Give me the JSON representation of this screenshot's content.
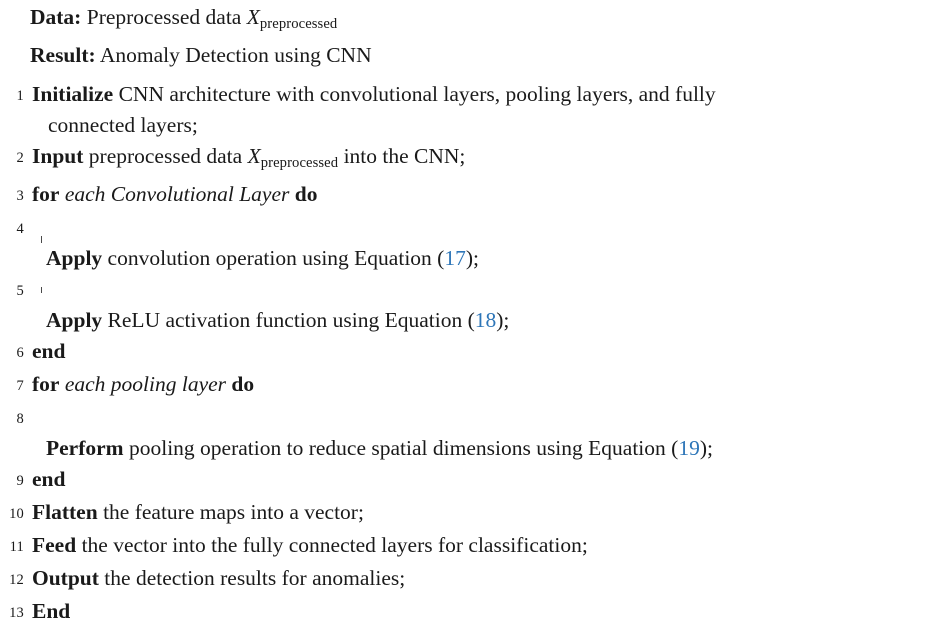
{
  "algorithm": {
    "header": [
      {
        "key": "Data:",
        "text": "Preprocessed data ",
        "math_var": "X",
        "math_sub": "preprocessed",
        "tail": ""
      },
      {
        "key": "Result:",
        "text": "Anomaly Detection using CNN",
        "math_var": "",
        "math_sub": "",
        "tail": ""
      }
    ],
    "equation_link_color": "#2e76b8",
    "lines": [
      {
        "num": "1",
        "keyword": "Initialize",
        "text": " CNN architecture with convolutional layers, pooling layers, and fully",
        "continuation": "connected layers;",
        "indent": 0
      },
      {
        "num": "2",
        "keyword": "Input",
        "text": " preprocessed data ",
        "math_var": "X",
        "math_sub": "preprocessed",
        "tail": " into the CNN;",
        "indent": 0
      },
      {
        "num": "3",
        "keyword": "for",
        "italic": " each Convolutional Layer ",
        "keyword2": "do",
        "indent": 0
      },
      {
        "num": "4",
        "keyword": "Apply",
        "text": " convolution operation using Equation (",
        "eq": "17",
        "tail": ");",
        "indent": 1,
        "block": "blk-first"
      },
      {
        "num": "5",
        "keyword": "Apply",
        "text": " ReLU activation function using Equation (",
        "eq": "18",
        "tail": ");",
        "indent": 1,
        "block": "blk-last"
      },
      {
        "num": "6",
        "keyword": "end",
        "text": "",
        "indent": 0
      },
      {
        "num": "7",
        "keyword": "for",
        "italic": " each pooling layer ",
        "keyword2": "do",
        "indent": 0
      },
      {
        "num": "8",
        "keyword": "Perform",
        "text": " pooling operation to reduce spatial dimensions using Equation (",
        "eq": "19",
        "tail": ");",
        "indent": 1,
        "block": "blk-only"
      },
      {
        "num": "9",
        "keyword": "end",
        "text": "",
        "indent": 0
      },
      {
        "num": "10",
        "keyword": "Flatten",
        "text": " the feature maps into a vector;",
        "indent": 0
      },
      {
        "num": "11",
        "keyword": "Feed",
        "text": " the vector into the fully connected layers for classification;",
        "indent": 0
      },
      {
        "num": "12",
        "keyword": "Output",
        "text": " the detection results for anomalies;",
        "indent": 0
      },
      {
        "num": "13",
        "keyword": "End",
        "text": "",
        "indent": 0
      }
    ]
  }
}
